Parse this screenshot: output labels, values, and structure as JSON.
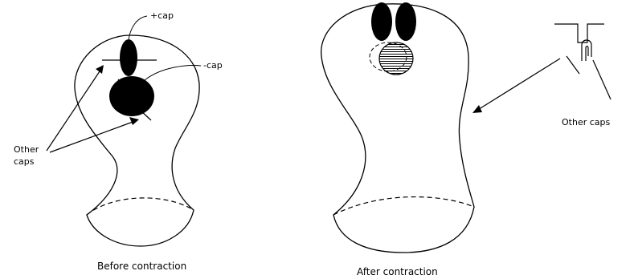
{
  "labels": {
    "plus_cap": "+cap",
    "minus_cap": "-cap",
    "other_caps_left_1": "Other",
    "other_caps_left_2": "caps",
    "other_caps_right": "Other caps"
  },
  "captions": {
    "before": "Before contraction",
    "after": "After contraction"
  }
}
